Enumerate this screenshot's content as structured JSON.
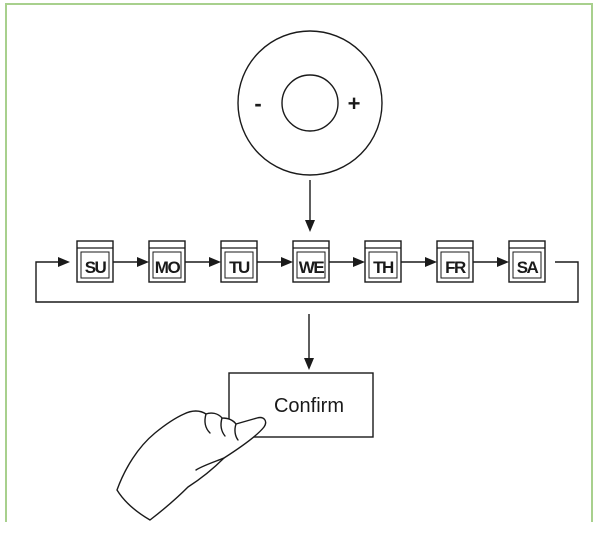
{
  "dial": {
    "minus_label": "-",
    "plus_label": "+"
  },
  "days": [
    "SU",
    "MO",
    "TU",
    "WE",
    "TH",
    "FR",
    "SA"
  ],
  "selected_day_index": 3,
  "confirm_button": {
    "label": "Confirm"
  },
  "colors": {
    "frame_border": "#a8d08d",
    "line": "#1a1a1a",
    "background": "#ffffff"
  },
  "icons": {
    "hand": "pointing-hand-icon"
  }
}
